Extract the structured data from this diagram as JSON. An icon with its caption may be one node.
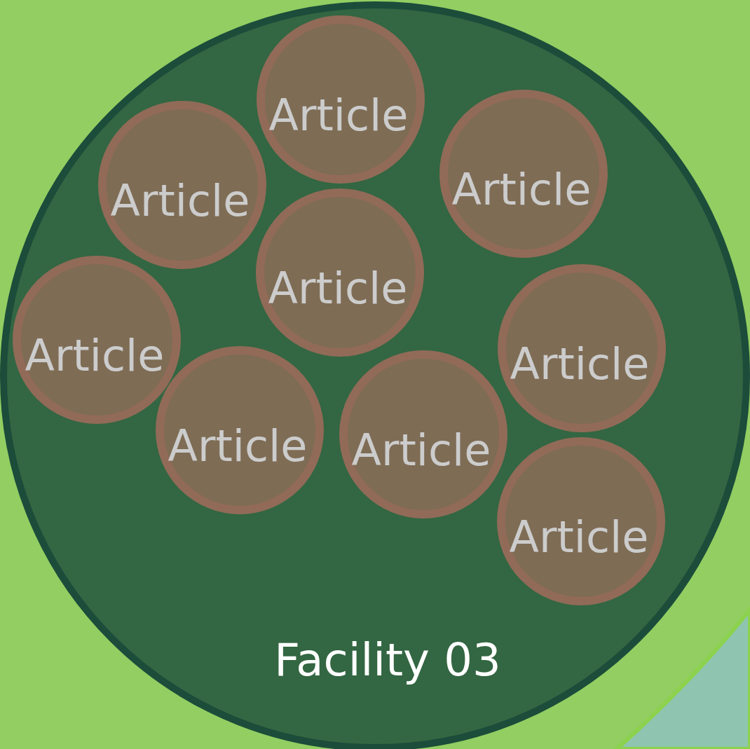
{
  "diagram": {
    "nodes": [
      {
        "text": [
          "Facility 03"
        ]
      },
      {
        "text": [
          "Article"
        ],
        "in": 0
      },
      {
        "text": [
          "Article"
        ],
        "in": 0
      },
      {
        "text": [
          "Article"
        ],
        "in": 0
      },
      {
        "text": [
          "Article"
        ],
        "in": 0
      },
      {
        "text": [
          "Article"
        ],
        "in": 0
      },
      {
        "text": [
          "Article"
        ],
        "in": 0
      },
      {
        "text": [
          "Article"
        ],
        "in": 0
      },
      {
        "text": [
          "Article"
        ],
        "in": 0
      },
      {
        "text": [
          "Article"
        ],
        "in": 0
      }
    ],
    "edges": []
  }
}
